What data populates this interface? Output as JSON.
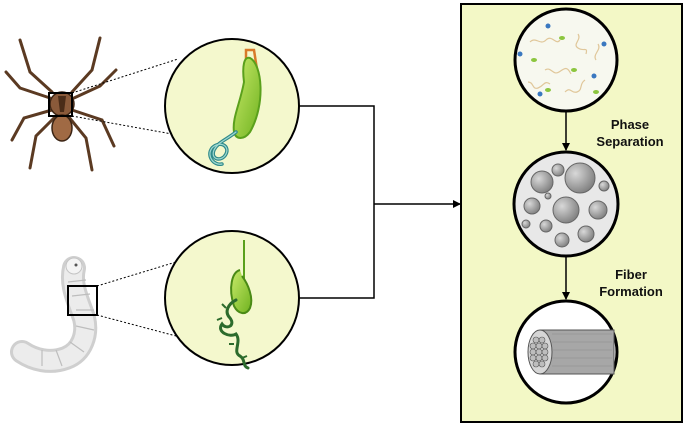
{
  "labels": {
    "phase_line1": "Phase",
    "phase_line2": "Separation",
    "fiber_line1": "Fiber",
    "fiber_line2": "Formation"
  },
  "colors": {
    "panel_fill": "#f3f8c6",
    "circle_fill": "#f4f8cd",
    "gland_green": "#a6d63a",
    "gland_dark": "#5aa01c",
    "duct_teal": "#2f8a8a",
    "spider_brown": "#8a5a3a",
    "droplet_gray": "#8f8f8f",
    "fiber_gray": "#9a9a9a",
    "protein_green": "#8cc63f",
    "protein_blue": "#3a78c0"
  },
  "icons": [
    "spider-icon",
    "silkworm-icon",
    "spider-gland-icon",
    "silkworm-gland-icon",
    "protein-solution-icon",
    "droplets-icon",
    "fiber-bundle-icon"
  ]
}
